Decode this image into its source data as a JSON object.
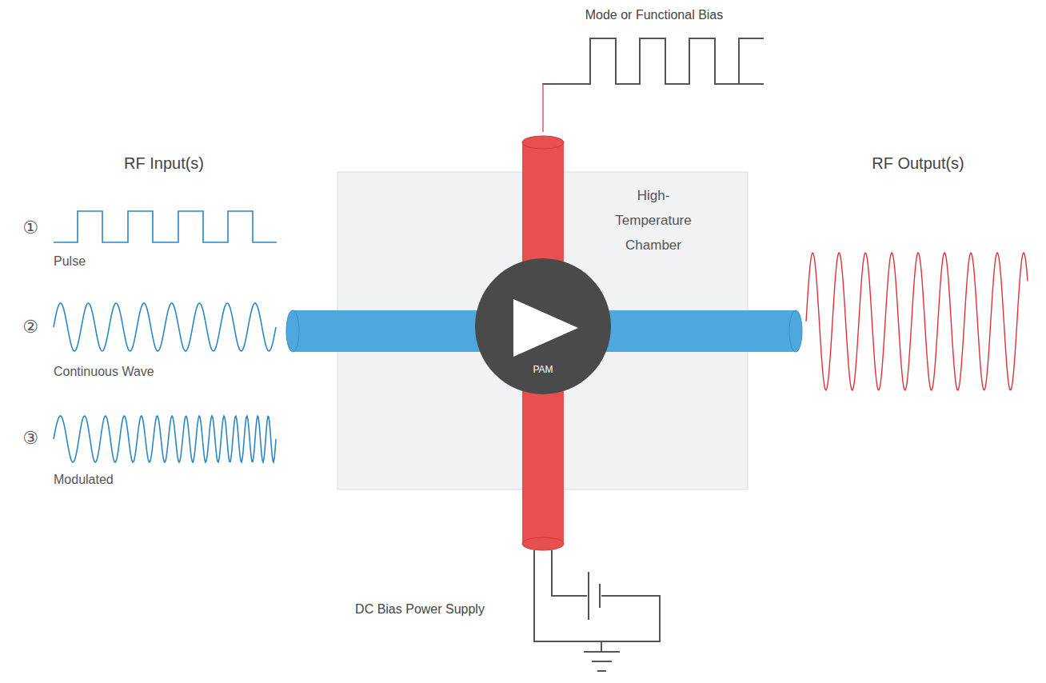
{
  "diagram": {
    "nodes": [
      {
        "text": [
          "High- Temperature Chamber"
        ]
      },
      {
        "text": [
          "PAM"
        ],
        "in": 0
      }
    ],
    "labels": [
      "Mode or Functional Bias",
      "RF Input(s)",
      "①",
      "Pulse",
      "②",
      "Continuous Wave",
      "③",
      "Modulated",
      "RF Output(s)",
      "DC Bias Power Supply"
    ]
  }
}
